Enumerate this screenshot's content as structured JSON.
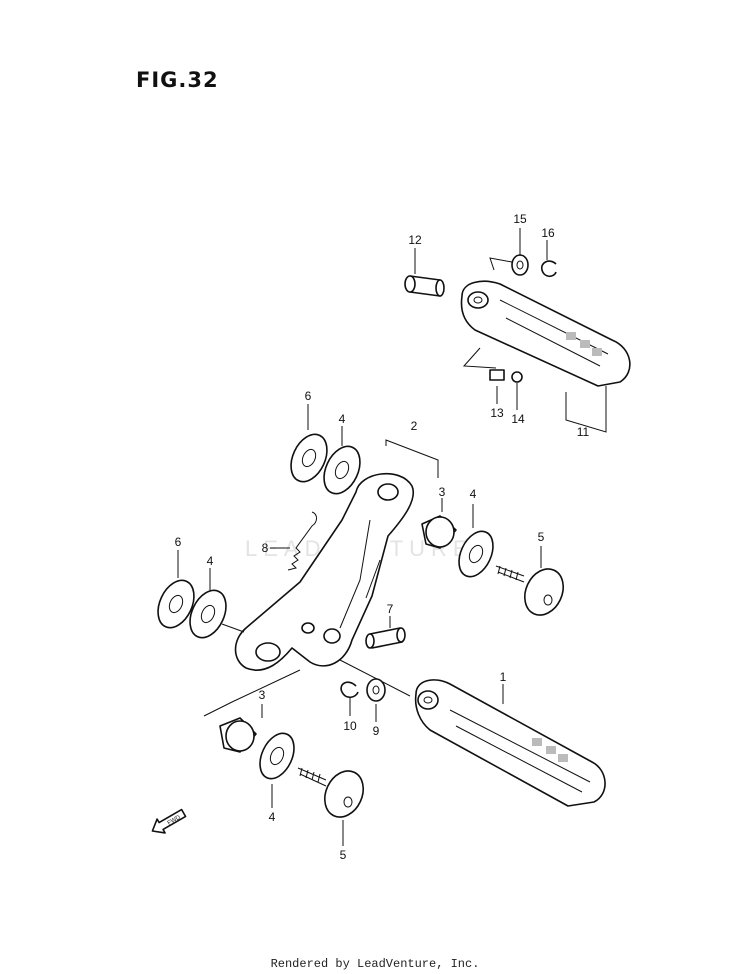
{
  "figure": {
    "title": "FIG.32"
  },
  "watermark": "LEADVENTURE",
  "footer": "Rendered by LeadVenture, Inc.",
  "fwd_label": "FWD",
  "callouts": {
    "c1": "1",
    "c2": "2",
    "c3a": "3",
    "c3b": "3",
    "c4a": "4",
    "c4b": "4",
    "c4c": "4",
    "c4d": "4",
    "c5a": "5",
    "c5b": "5",
    "c6a": "6",
    "c6b": "6",
    "c7": "7",
    "c8": "8",
    "c9": "9",
    "c10": "10",
    "c11": "11",
    "c12": "12",
    "c13": "13",
    "c14": "14",
    "c15": "15",
    "c16": "16"
  }
}
